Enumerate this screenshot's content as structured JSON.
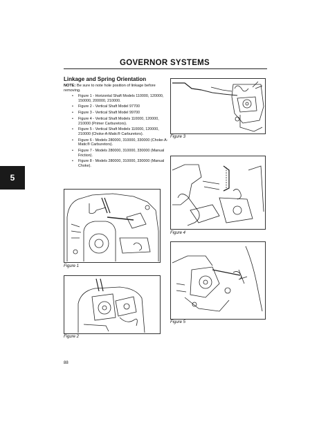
{
  "page": {
    "title": "GOVERNOR SYSTEMS",
    "section_tab": "5",
    "page_number": "88"
  },
  "content": {
    "heading": "Linkage and Spring Orientation",
    "note_label": "NOTE:",
    "note_text": " Be sure to note hole position of linkage before removing.",
    "bullet_glyph": "•",
    "figure_list": [
      "Figure 1 - Horizontal Shaft Models 110000, 120000, 150000, 200000, 210000.",
      "Figure 2 - Vertical Shaft Model 97700",
      "Figure 3 - Vertical Shaft Model 99700",
      "Figure 4 - Vertical Shaft Models 110000, 120000, 210000 (Primer Carburetors).",
      "Figure 5 - Vertical Shaft Models 110000, 120000, 210000 (Choke-A-Matic® Carburetors).",
      "Figure 6 - Models 280000, 310000, 330000 (Choke-A-Matic® Carburetors).",
      "Figure 7 - Models 280000, 310000, 330000 (Manual Friction).",
      "Figure 8 - Models 280000, 310000, 330000 (Manual Choke)."
    ]
  },
  "figures": {
    "fig1_caption": "Figure 1",
    "fig2_caption": "Figure 2",
    "fig3_caption": "Figure 3",
    "fig4_caption": "Figure 4",
    "fig5_caption": "Figure 5"
  }
}
